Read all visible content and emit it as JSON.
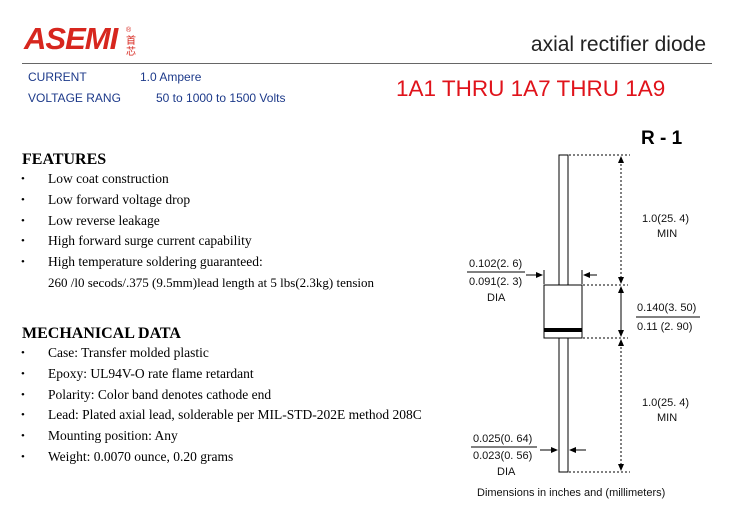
{
  "header": {
    "logo_text": "ASEMI",
    "logo_chinese": "首芯",
    "registered_mark": "®",
    "subtitle": "axial rectifier diode"
  },
  "specs": {
    "current_label": "CURRENT",
    "current_value": "1.0  Ampere",
    "voltage_label": "VOLTAGE RANG",
    "voltage_value": "50  to 1000  to 1500 Volts"
  },
  "part_title": "1A1 THRU 1A7 THRU 1A9",
  "features": {
    "heading": "FEATURES",
    "items": [
      "Low coat construction",
      "Low forward voltage drop",
      "Low reverse leakage",
      "High forward surge current capability",
      "High temperature soldering guaranteed:"
    ],
    "note": "260   /l0 secods/.375  (9.5mm)lead length at 5 lbs(2.3kg) tension"
  },
  "mechanical": {
    "heading": "MECHANICAL DATA",
    "items": [
      "Case: Transfer molded plastic",
      "Epoxy: UL94V-O rate flame retardant",
      "Polarity: Color band denotes cathode end",
      "Lead: Plated axial lead, solderable per MIL-STD-202E method 208C",
      "Mounting position: Any",
      "Weight:  0.0070 ounce, 0.20 grams"
    ]
  },
  "diagram": {
    "package": "R - 1",
    "lead_length_top": "1.0(25. 4)",
    "lead_length_top_unit": "MIN",
    "body_dia_max": "0.102(2. 6)",
    "body_dia_min": "0.091(2. 3)",
    "body_dia_label": "DIA",
    "body_len_max": "0.140(3. 50)",
    "body_len_min": "0.11  (2. 90)",
    "lead_length_bottom": "1.0(25. 4)",
    "lead_length_bottom_unit": "MIN",
    "lead_dia_max": "0.025(0. 64)",
    "lead_dia_min": "0.023(0. 56)",
    "lead_dia_label": "DIA",
    "caption": "Dimensions in inches and (millimeters)"
  }
}
